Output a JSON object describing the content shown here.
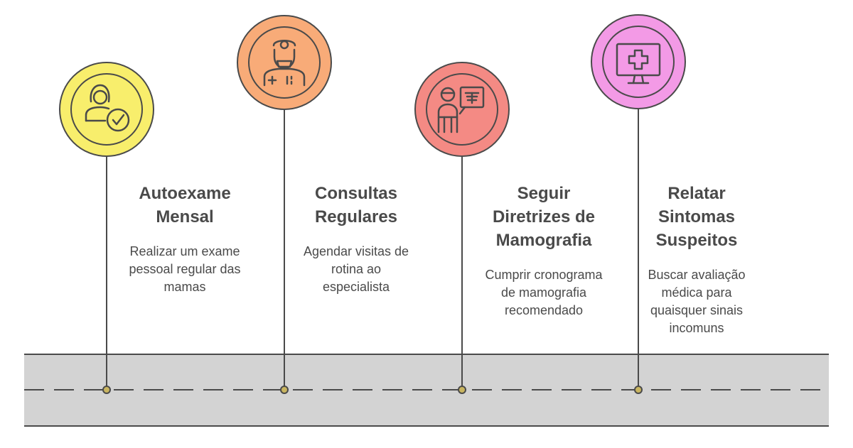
{
  "colors": {
    "road_fill": "#d3d3d3",
    "line": "#4a4a4a",
    "marker_fill": "#c9b560"
  },
  "steps": [
    {
      "title": "Autoexame\nMensal",
      "description": "Realizar um exame\npessoal regular das\nmamas",
      "icon": "woman-check-icon",
      "color": "#f8ee6c"
    },
    {
      "title": "Consultas\nRegulares",
      "description": "Agendar visitas de\nrotina ao\nespecialista",
      "icon": "doctor-icon",
      "color": "#f8ab78"
    },
    {
      "title": "Seguir\nDiretrizes de\nMamografia",
      "description": "Cumprir cronograma\nde mamografia\nrecomendado",
      "icon": "doctor-xray-icon",
      "color": "#f48a84"
    },
    {
      "title": "Relatar\nSintomas\nSuspeitos",
      "description": "Buscar avaliação\nmédica para\nquaisquer sinais\nincomuns",
      "icon": "medical-monitor-icon",
      "color": "#f39ae6"
    }
  ]
}
